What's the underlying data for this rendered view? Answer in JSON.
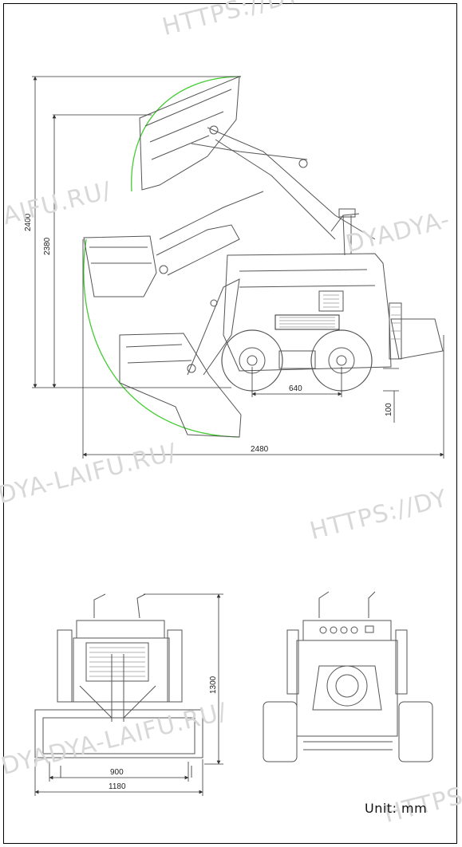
{
  "dimensions": {
    "overall_height": "2400",
    "pin_height": "2380",
    "wheelbase": "640",
    "ground_clearance": "100",
    "overall_length": "2480",
    "front_height": "1300",
    "inner_track": "900",
    "overall_width": "1180"
  },
  "unit_label": "Unit: mm",
  "watermarks": [
    "HTTPS://DY",
    "AIFU.RU/",
    "DYADYA-",
    "DYA-LAIFU.RU/",
    "HTTPS://DY",
    "DYADYA-LAIFU.RU/",
    "HTTPS"
  ],
  "colors": {
    "reach_arc": "#44cc33",
    "line": "#555555",
    "frame": "#000000"
  }
}
